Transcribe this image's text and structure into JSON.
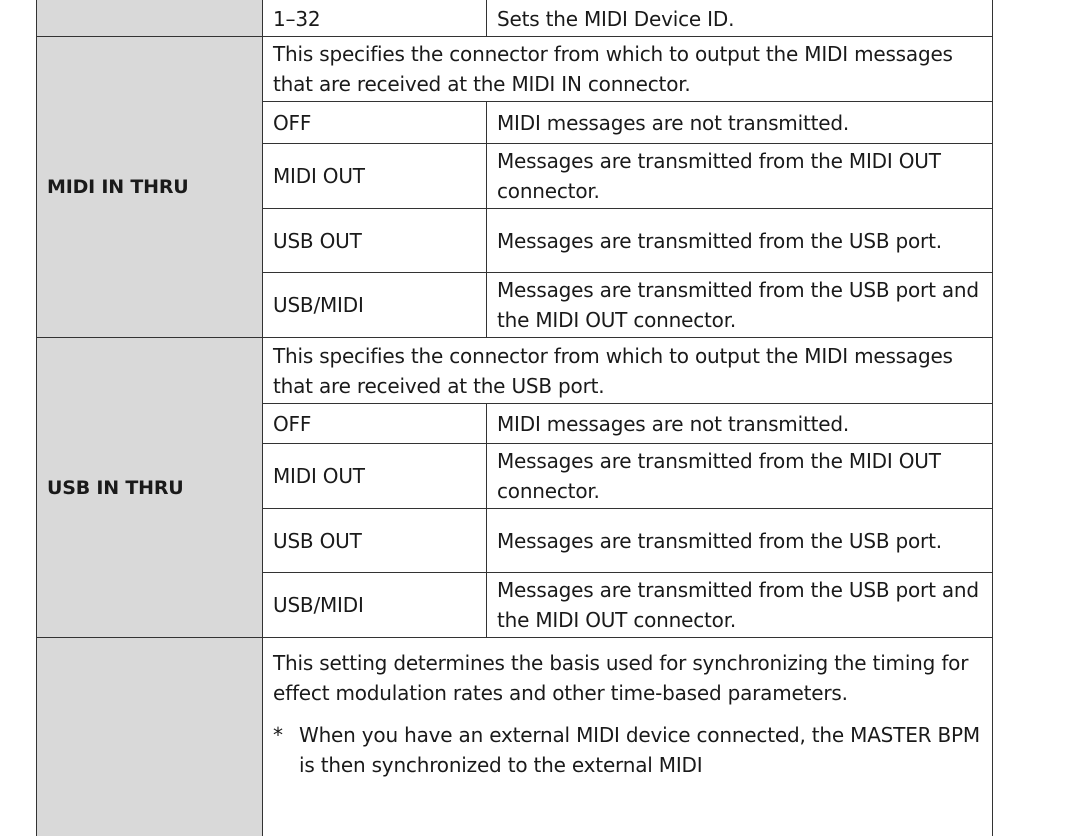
{
  "top_row": {
    "value": "1–32",
    "description": "Sets the MIDI Device ID."
  },
  "midi_in_thru": {
    "name": "MIDI IN THRU",
    "description": "This specifies the connector from which to output the MIDI messages that are received at the MIDI IN connector.",
    "options": [
      {
        "value": "OFF",
        "description": "MIDI messages are not transmitted."
      },
      {
        "value": "MIDI OUT",
        "description": "Messages are transmitted from the MIDI OUT connector."
      },
      {
        "value": "USB OUT",
        "description": "Messages are transmitted from the USB port."
      },
      {
        "value": "USB/MIDI",
        "description": "Messages are transmitted from the USB port and the MIDI OUT connector."
      }
    ]
  },
  "usb_in_thru": {
    "name": "USB IN THRU",
    "description": "This specifies the connector from which to output the MIDI messages that are received at the USB port.",
    "options": [
      {
        "value": "OFF",
        "description": "MIDI messages are not transmitted."
      },
      {
        "value": "MIDI OUT",
        "description": "Messages are transmitted from the MIDI OUT connector."
      },
      {
        "value": "USB OUT",
        "description": "Messages are transmitted from the USB port."
      },
      {
        "value": "USB/MIDI",
        "description": "Messages are transmitted from the USB port and the MIDI OUT connector."
      }
    ]
  },
  "sync_row": {
    "description": "This setting determines the basis used for synchronizing the timing for effect modulation rates and other time-based parameters.",
    "note_marker": "*",
    "note": "When you have an external MIDI device connected, the MASTER BPM is then synchronized to the external MIDI"
  }
}
